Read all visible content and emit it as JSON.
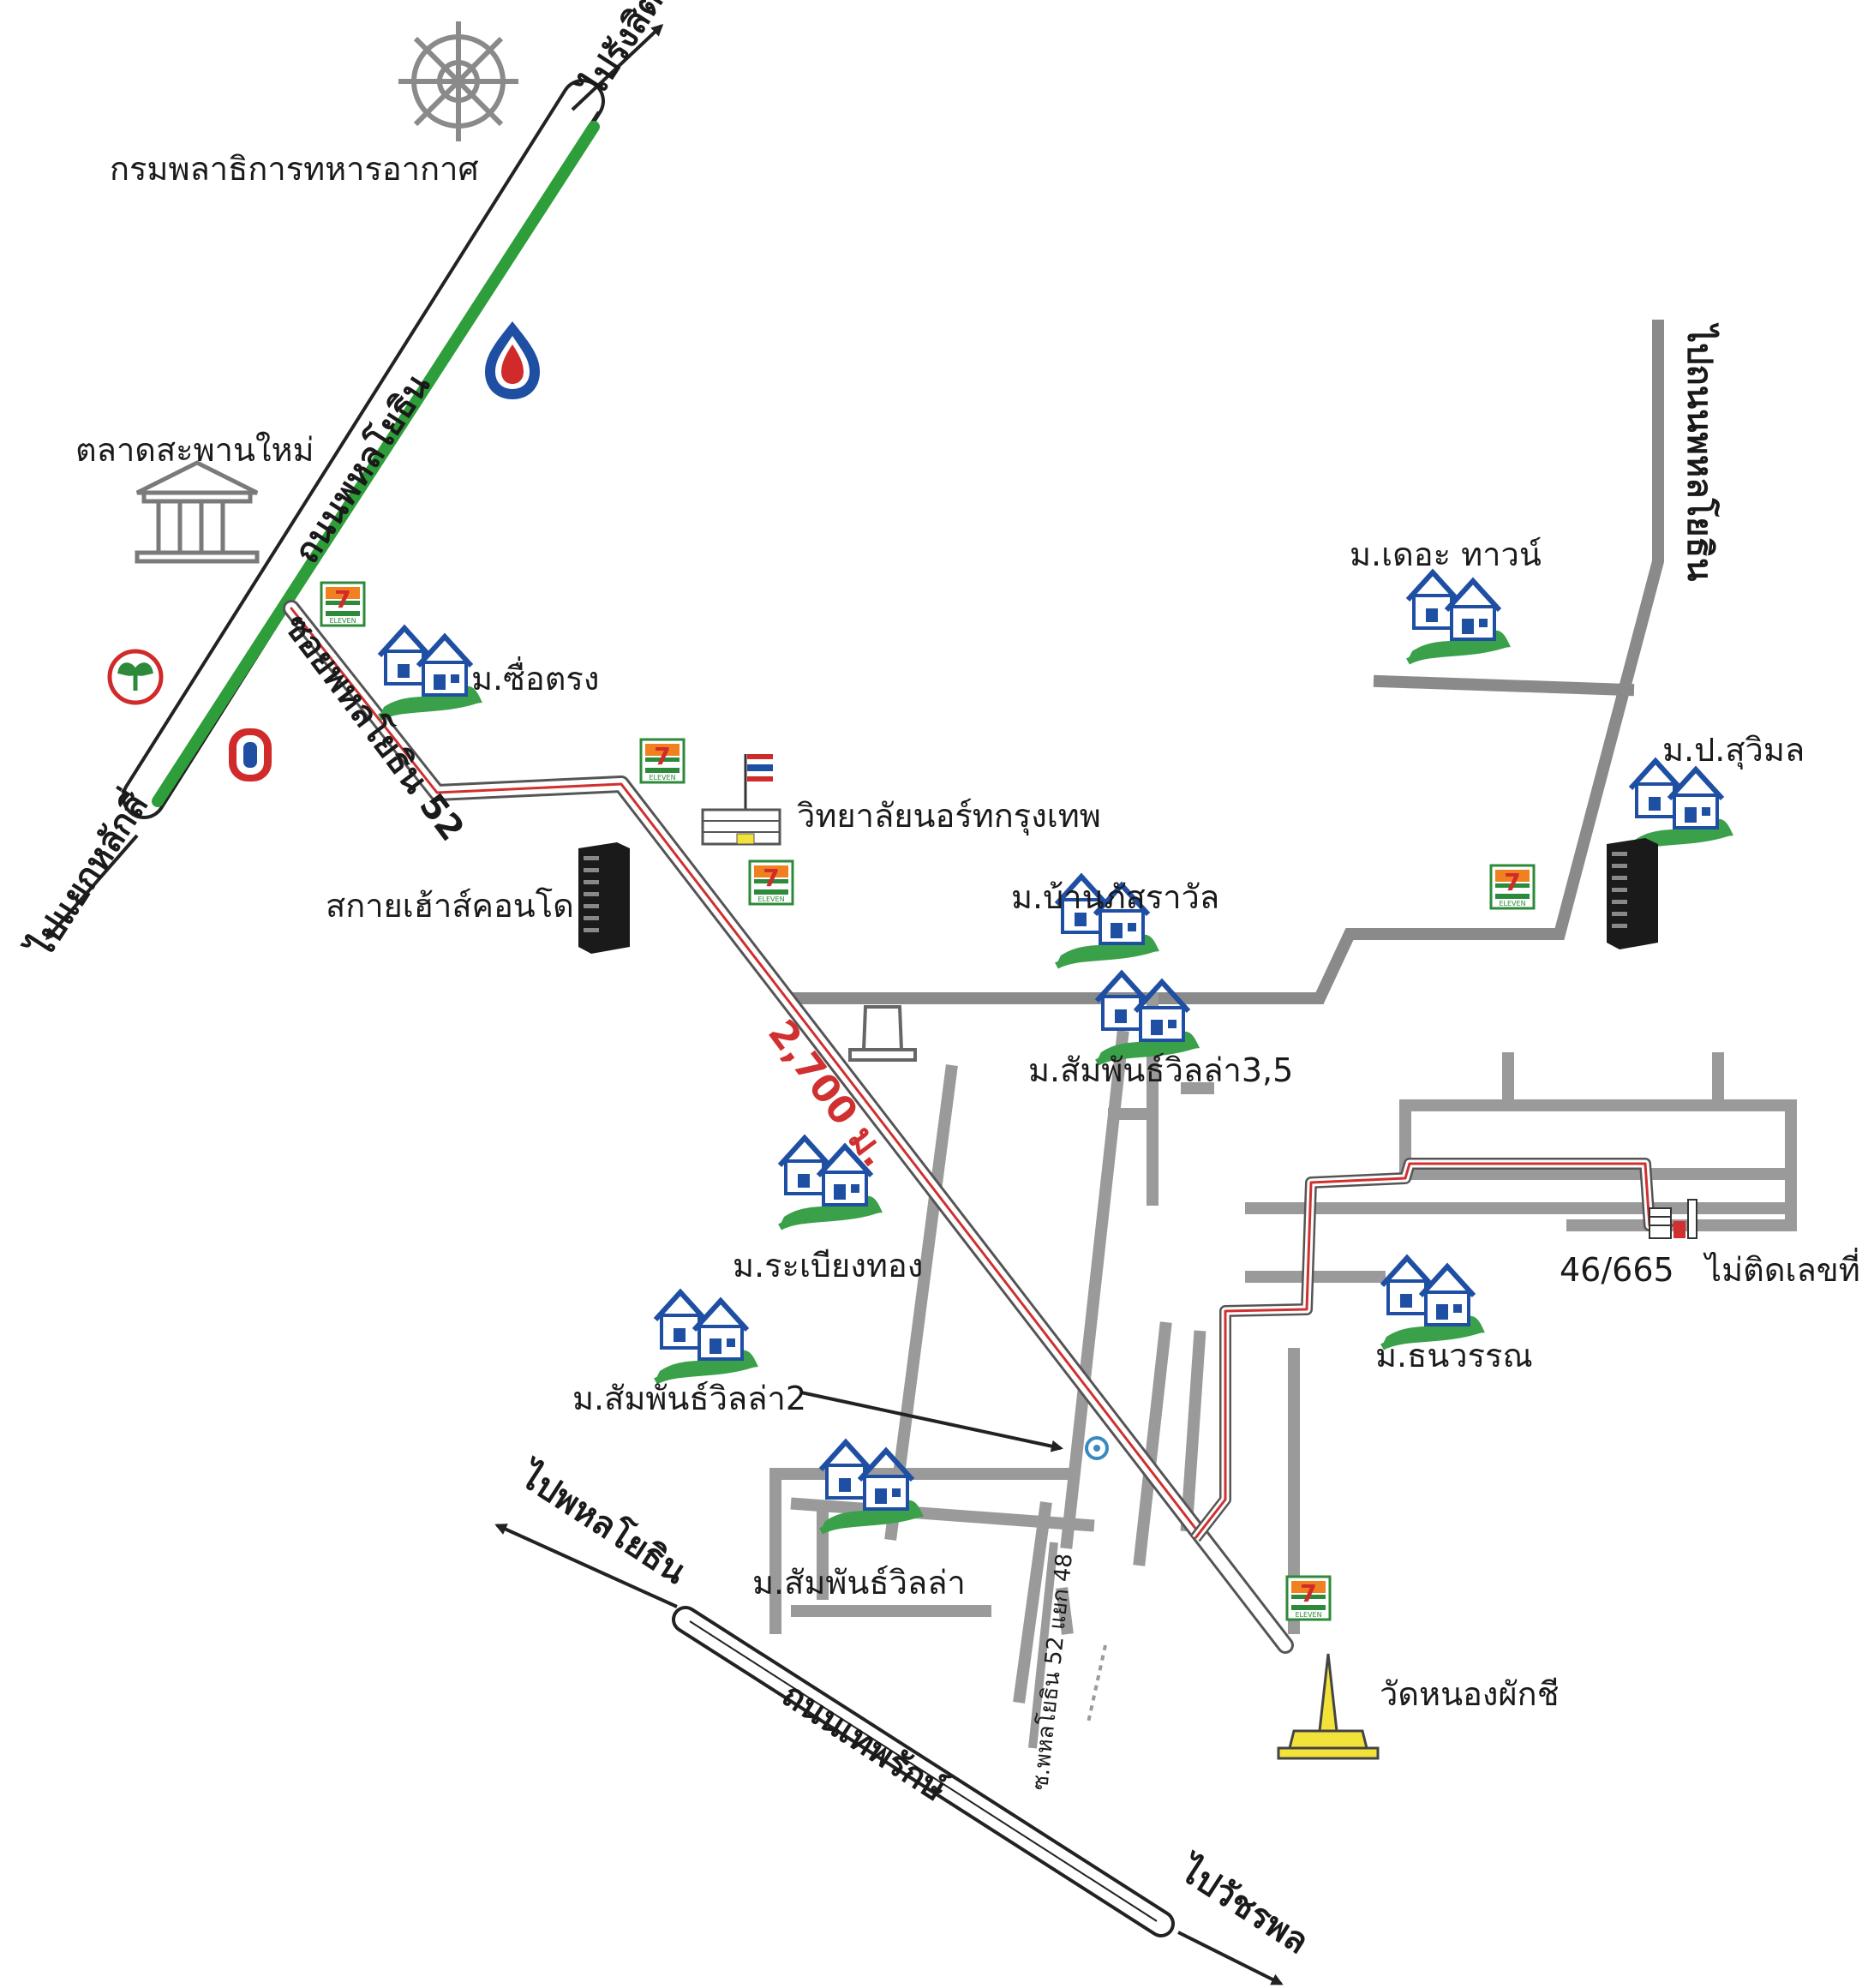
{
  "labels": {
    "air_force": "กรมพลาธิการทหารอากาศ",
    "market": "ตลาดสะพานใหม่",
    "phahon_road": "ถนนพหลโยธิน",
    "soi_52": "ซอยพหลโยธิน 52",
    "to_rangsit": "ไปรังสิต",
    "to_laksi": "ไปแยกหลักสี่",
    "sue_trong": "ม.ซื่อตรง",
    "north_college": "วิทยาลัยนอร์ทกรุงเทพ",
    "sky_house": "สกายเฮ้าส์คอนโด",
    "the_town": "ม.เดอะ ทาวน์",
    "suwimon": "ม.ป.สุวิมล",
    "to_phahon_road": "ไปถนนพหลโยธิน",
    "baan_passaraval": "ม.บ้านภัสราวัล",
    "sampan_35": "ม.สัมพันธ์วิลล่า3,5",
    "distance": "2,700 ม.",
    "rabiang_thong": "ม.ระเบียงทอง",
    "sampan_2": "ม.สัมพันธ์วิลล่า2",
    "thanawan": "ม.ธนวรรณ",
    "house_number": "46/665",
    "no_number": "ไม่ติดเลขที่",
    "to_phahon": "ไปพหลโยธิน",
    "sampan": "ม.สัมพันธ์วิลล่า",
    "soi_48": "ซ.พหลโยธิน 52 แยก 48",
    "wat": "วัดหนองผักชี",
    "thep_road": "ถนนเทพรักษ์",
    "to_watcharaphon": "ไปวัชรพล"
  },
  "icons": {
    "air_force": "dharma-wheel-icon",
    "market": "building-icon",
    "gas": "ptt-gas-icon",
    "bank": "kbank-icon",
    "fuel2": "fuel-station-icon",
    "store": "7-eleven-icon",
    "village": "village-icon",
    "college": "school-icon",
    "condo": "condo-tower-icon",
    "temple": "temple-icon",
    "target": "target-house-icon"
  },
  "colors": {
    "route": "#d03030",
    "median": "#2e9e3a",
    "road_outline": "#222222",
    "store_green": "#2c8a3a",
    "store_orange": "#f08020",
    "store_red": "#d02a2a",
    "village_blue": "#1f4fa3",
    "village_green": "#3aa04a",
    "temple_gold": "#f3e23a"
  }
}
